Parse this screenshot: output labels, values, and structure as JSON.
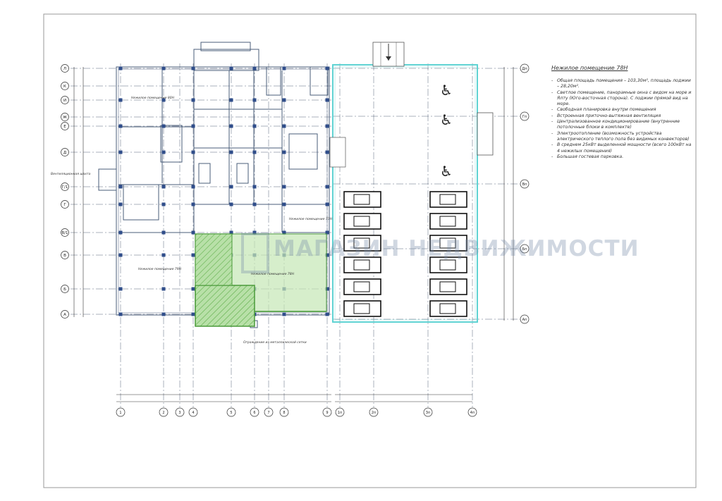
{
  "notes": {
    "title": "Нежилое помещение 78Н",
    "items": [
      "Общая площадь помещения – 103,30м², площадь лоджии – 28,20м².",
      "Светлое помещение, панорамные окна с видом на море и Ялту (Юго-восточная сторона). С лоджии прямой вид на море.",
      "Свободная планировка внутри помещения",
      "Встроенная приточно-вытяжная вентиляция",
      "Централизованное кондиционирование (внутренние потолочные блоки в комплекте)",
      "Электроотопление (возможность устройства электрического теплого пола без видимых конвекторов)",
      "В среднем 25кВт выделенной мощности (всего 100кВт на 4 нежилых помещения)",
      "Большая гостевая парковка."
    ]
  },
  "axes_left": [
    "Л",
    "К",
    "И",
    "Ж",
    "Е",
    "Д",
    "Г/1",
    "Г",
    "В/1",
    "В",
    "Б",
    "А"
  ],
  "axes_right": [
    "Дп",
    "Гп",
    "Вп",
    "Бп",
    "Ап"
  ],
  "axes_bottom": [
    "1",
    "2",
    "3",
    "4",
    "5",
    "6",
    "7",
    "8",
    "9",
    "1п",
    "2п",
    "3п",
    "4п"
  ],
  "room_labels": {
    "room_80n": "Нежилое помещение 80Н",
    "room_77n": "Нежилое помещение 77Н",
    "room_79n": "Нежилое помещение 79Н",
    "room_78n": "Нежилое помещение 78Н"
  },
  "annotations": {
    "stair_note": "Вентиляционная шахта",
    "entrance_note": "Ограждение из металлической сетки"
  },
  "watermark": "МАГАЗИН НЕДВИЖИМОСТИ",
  "colors": {
    "grid": "#2b3a55",
    "walls": "#4a5d7a",
    "parking_outline": "#5fd3d3",
    "highlight_fill": "#7cc46a",
    "highlight_stroke": "#4a9a3a"
  }
}
